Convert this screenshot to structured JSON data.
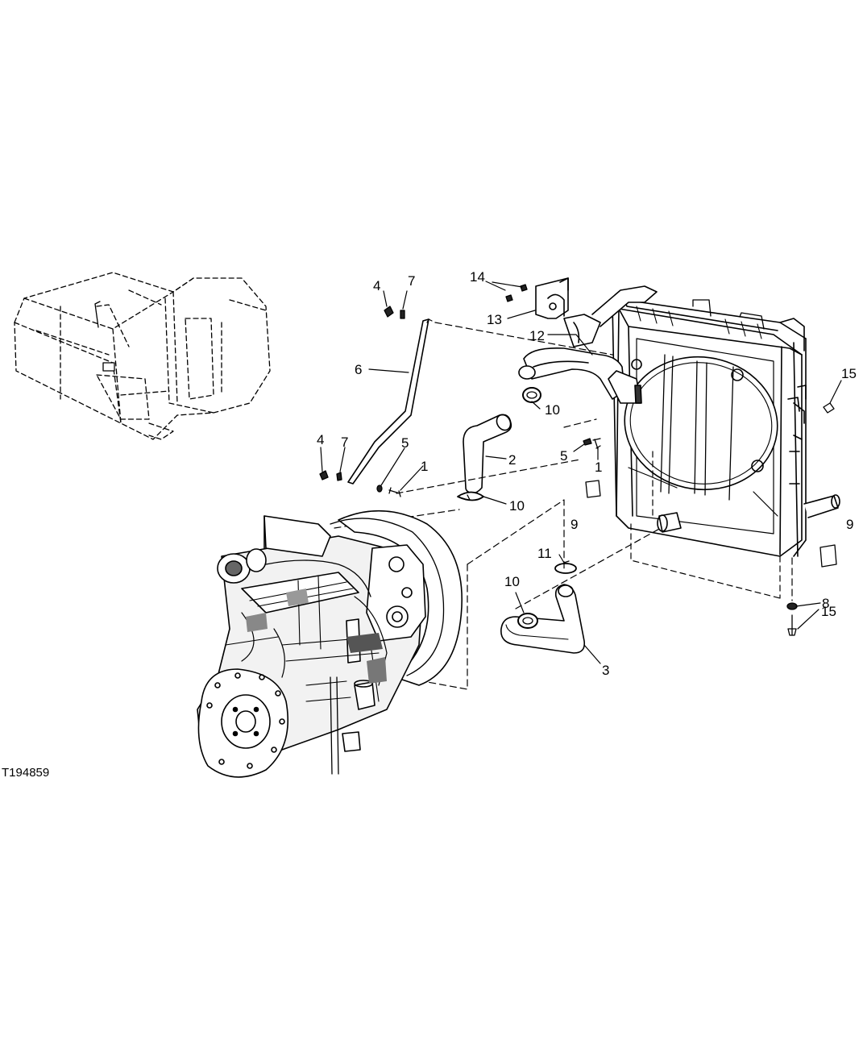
{
  "figure_id": "T194859",
  "colors": {
    "line": "#000000",
    "fill": "#ffffff",
    "shade": "#d9d9d9",
    "dark": "#404040"
  },
  "callouts": {
    "c4a": "4",
    "c7a": "7",
    "c14": "14",
    "c13": "13",
    "c12": "12",
    "c6": "6",
    "c10a": "10",
    "c15a": "15",
    "c2": "2",
    "c4b": "4",
    "c7b": "7",
    "c5a": "5",
    "c1a": "1",
    "c5b": "5",
    "c1b": "1",
    "c10b": "10",
    "c9a": "9",
    "c9b": "9",
    "c11": "11",
    "c10c": "10",
    "c8": "8",
    "c15b": "15",
    "c3": "3"
  }
}
